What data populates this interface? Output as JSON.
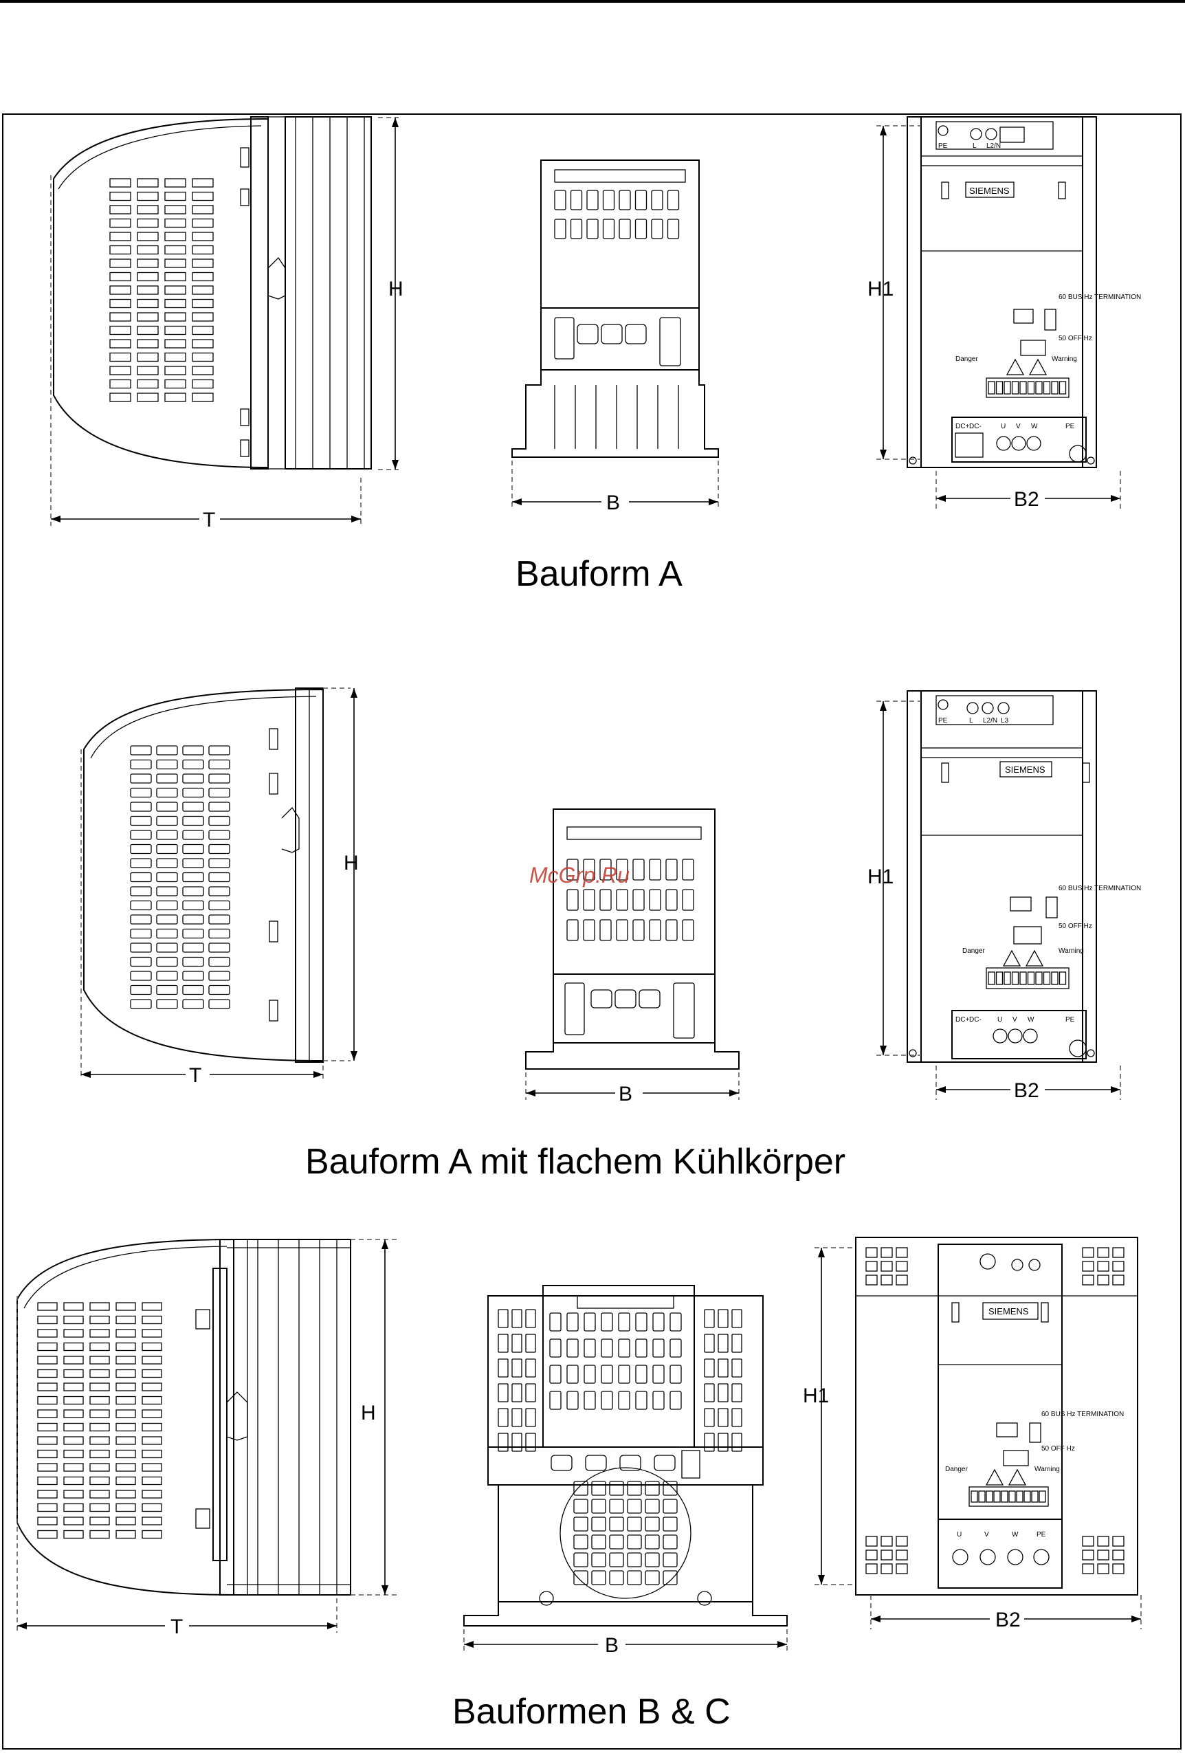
{
  "sections": [
    {
      "title": "Bauform A",
      "side_label_h": "H",
      "side_label_t": "T",
      "front_label_b": "B",
      "back_label_h1": "H1",
      "back_label_b2": "B2"
    },
    {
      "title": "Bauform A mit flachem Kühlkörper",
      "side_label_h": "H",
      "side_label_t": "T",
      "front_label_b": "B",
      "back_label_h1": "H1",
      "back_label_b2": "B2"
    },
    {
      "title": "Bauformen B & C",
      "side_label_h": "H",
      "side_label_t": "T",
      "front_label_b": "B",
      "back_label_h1": "H1",
      "back_label_b2": "B2"
    }
  ],
  "device": {
    "brand": "SIEMENS",
    "bus_label": "60 BUS Hz TERMINATION",
    "off_label": "50 OFF Hz",
    "input_terminals": [
      "PE",
      "L",
      "L2/N"
    ],
    "input_terminals_3ph": [
      "PE",
      "L",
      "L2/N",
      "L3"
    ],
    "dc_terminals": [
      "DC+",
      "DC-"
    ],
    "output_terminals": [
      "U",
      "V",
      "W",
      "PE"
    ],
    "danger_label": "Danger",
    "warning_label": "Warning"
  },
  "watermark": "McGrp.Ru"
}
